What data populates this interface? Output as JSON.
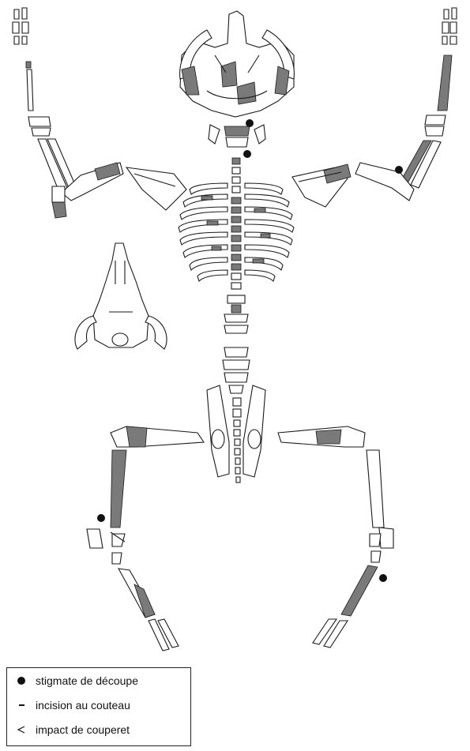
{
  "colors": {
    "shaded_bone": "#7a7a7a",
    "outline": "#1a1a1a",
    "marker": "#111111"
  },
  "legend": {
    "items": [
      {
        "icon": "filled-circle-icon",
        "label": "stigmate de découpe"
      },
      {
        "icon": "dash-icon",
        "label": "incision au couteau"
      },
      {
        "icon": "open-triangle-icon",
        "label": "impact de couperet"
      }
    ]
  }
}
